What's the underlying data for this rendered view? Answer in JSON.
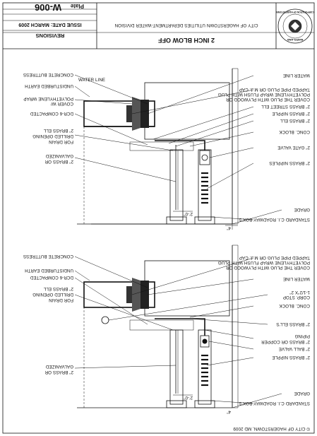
{
  "title_block": {
    "plate_label": "Plate",
    "plate_number": "W-006",
    "revisions_label": "REVISIONS",
    "issue_date": "ISSUE DATE: MARCH 2009",
    "drawing_title": "2 INCH BLOW OFF",
    "agency": "CITY OF HAGERSTOWN UTILITIES DEPARTMENT-WATER DIVISION",
    "seal_text_top": "MARYLAND",
    "seal_text_bottom": "CORPORATION OF HAGERSTOWN"
  },
  "upper_detail": {
    "labels": {
      "concrete_buttress": "CONCRETE BUTTRESS",
      "undisturbed_earth": "UNDISTURBED EARTH",
      "poly_wrap": "POLYETHYLENE WRAP",
      "cover_w": "COVER W/",
      "dcr6": "DCR-6 COMPACTED",
      "water_line": "WATER LINE",
      "tapped_plug": "TAPPED PIPE PLUG OR M.J. CAP",
      "poly_plug_1": "POLYETHYLENE WRAP FLUSH WITH PLUG",
      "poly_plug_2": "COVER THE PLUG WITH PLYWOOD OR",
      "street_ell": "2\" BRASS STREET ELL",
      "brass_nipple": "2\" BRASS NIPPLE",
      "brass_ell_left": "2\" BRASS ELL",
      "brass_ell_right_1": "2\" BRASS ELL",
      "drilled_1": "DRILLED OPENING",
      "drilled_2": "FOR DRAIN",
      "conc_block": "CONC. BLOCK",
      "gate_valve": "2\" GATE VALVE",
      "brass_nipples": "2\" BRASS NIPPLES",
      "galv_1": "2\" BRASS OR",
      "galv_2": "GALVANIZED",
      "grade": "GRADE",
      "roadway_box": "STANDARD C.I. ROADWAY BOX'S",
      "dim_2": "2'-0\"",
      "dim_4": "4\""
    }
  },
  "lower_detail": {
    "labels": {
      "concrete_buttress": "CONCRETE BUTTRESS",
      "undisturbed_earth": "UNDISTURBED EARTH",
      "dcr6": "DCR-6 COMPACTED",
      "water_line": "WATER LINE",
      "tapped_plug": "TAPPED PIPE PLUG OR M.J. CAP",
      "poly_plug_1": "POLYETHYLENE WRAP FLUSH WITH PLUG",
      "poly_plug_2": "COVER THE PLUG WITH PLYWOOD OR",
      "corp_stop_1": "CORP. STOP",
      "corp_stop_2": "1-1/2\"X 2\"",
      "conc_block": "CONC. BLOCK",
      "brass_ells": "2\" BRASS ELL'S",
      "brass_ell_right_1": "2\" BRASS ELL",
      "drilled_1": "DRILLED OPENING",
      "drilled_2": "FOR DRAIN",
      "piping_1": "2\" BRASS OR COPPER",
      "piping_2": "PIPING",
      "ball_valve": "2\" BALL VALVE",
      "brass_nipple": "2\" BRASS NIPPLE",
      "galv_1": "2\" BRASS OR",
      "galv_2": "GALVANIZED",
      "grade": "GRADE",
      "roadway_box": "STANDARD C.I. ROADWAY BOX'S",
      "dim_2": "2'-0\"",
      "dim_4": "4\""
    }
  },
  "footer": {
    "copyright": "© CITY OF HAGERSTOWN, MD 2009"
  }
}
